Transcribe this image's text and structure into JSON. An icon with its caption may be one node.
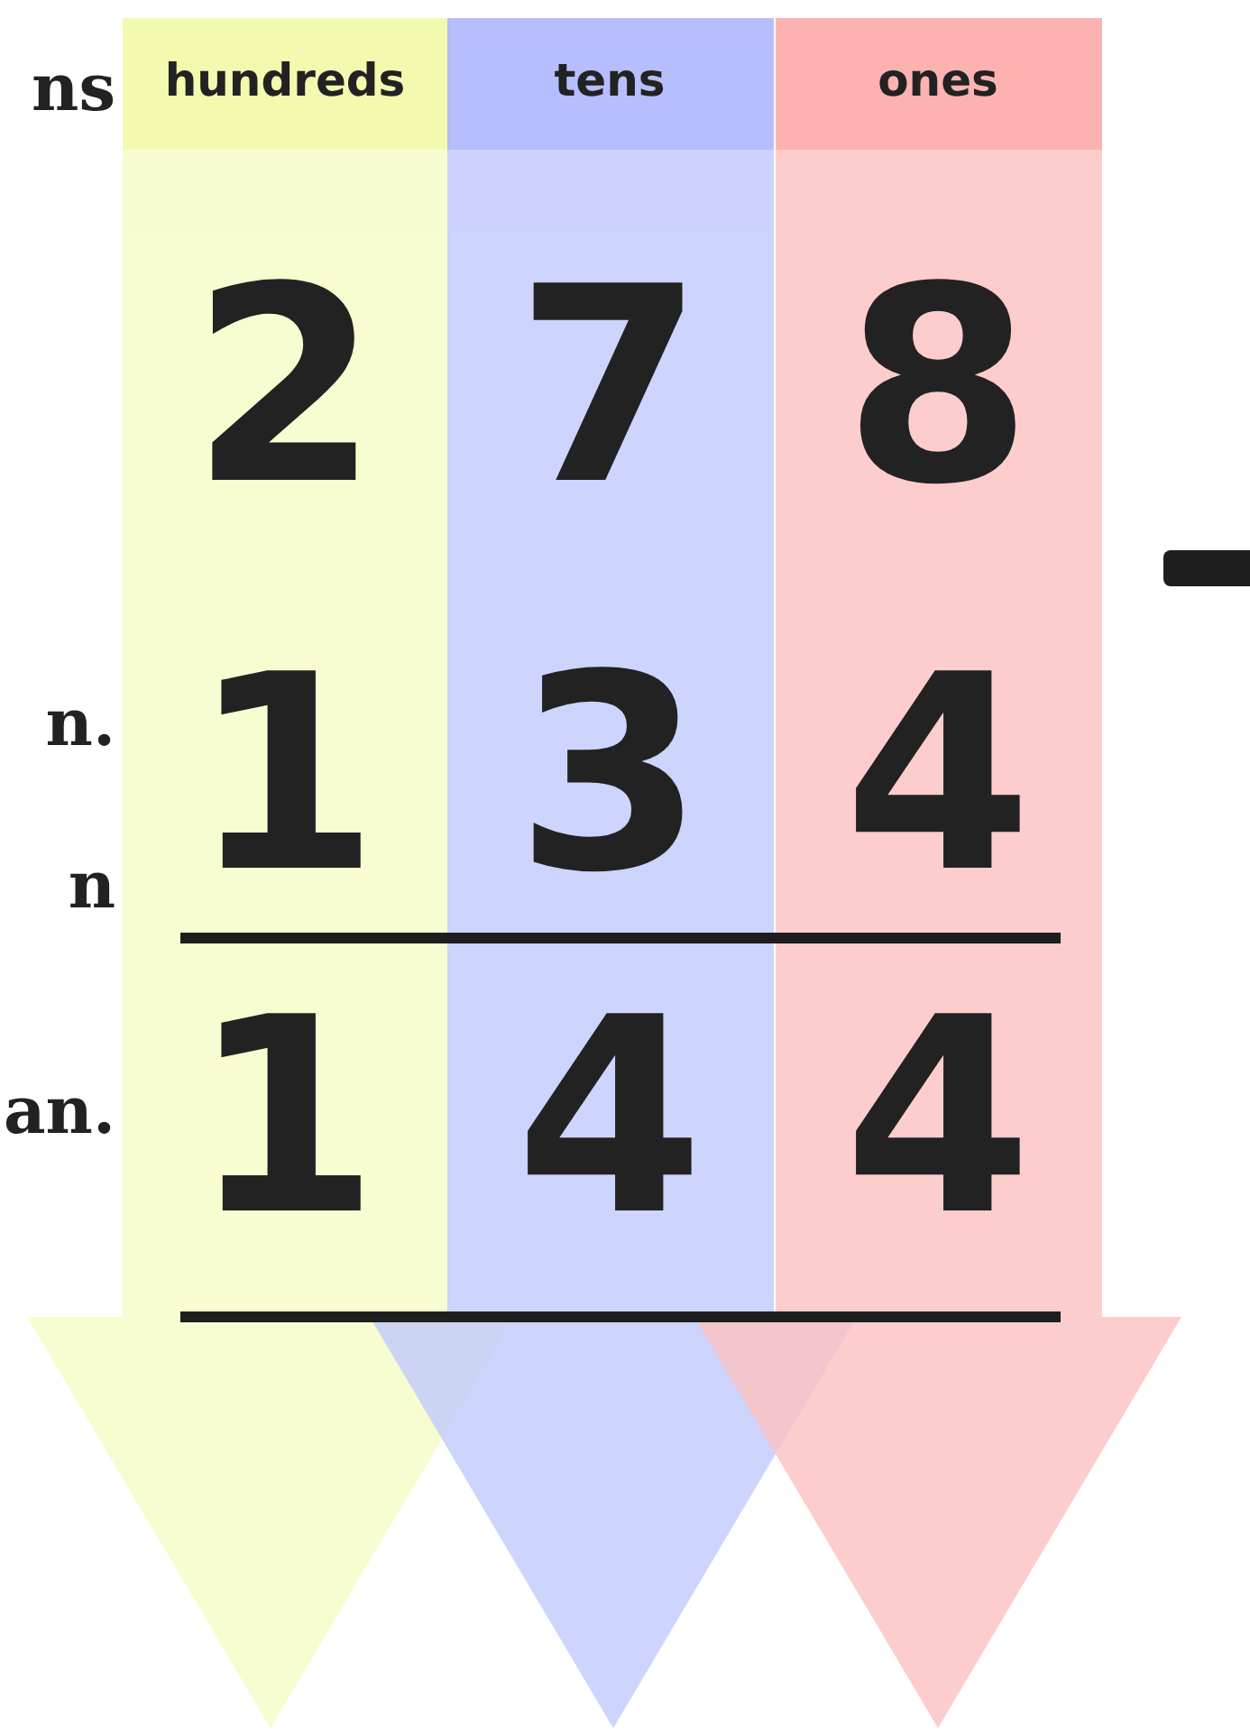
{
  "diagram": {
    "nodes": [
      {
        "text": [
          "hundreds",
          "2",
          "1",
          "1"
        ]
      },
      {
        "text": [
          "tens",
          "7",
          "3",
          "4"
        ]
      },
      {
        "text": [
          "ones",
          "8",
          "4",
          "4"
        ]
      }
    ],
    "labels": [
      "ns",
      "n.",
      "n",
      "an."
    ]
  }
}
